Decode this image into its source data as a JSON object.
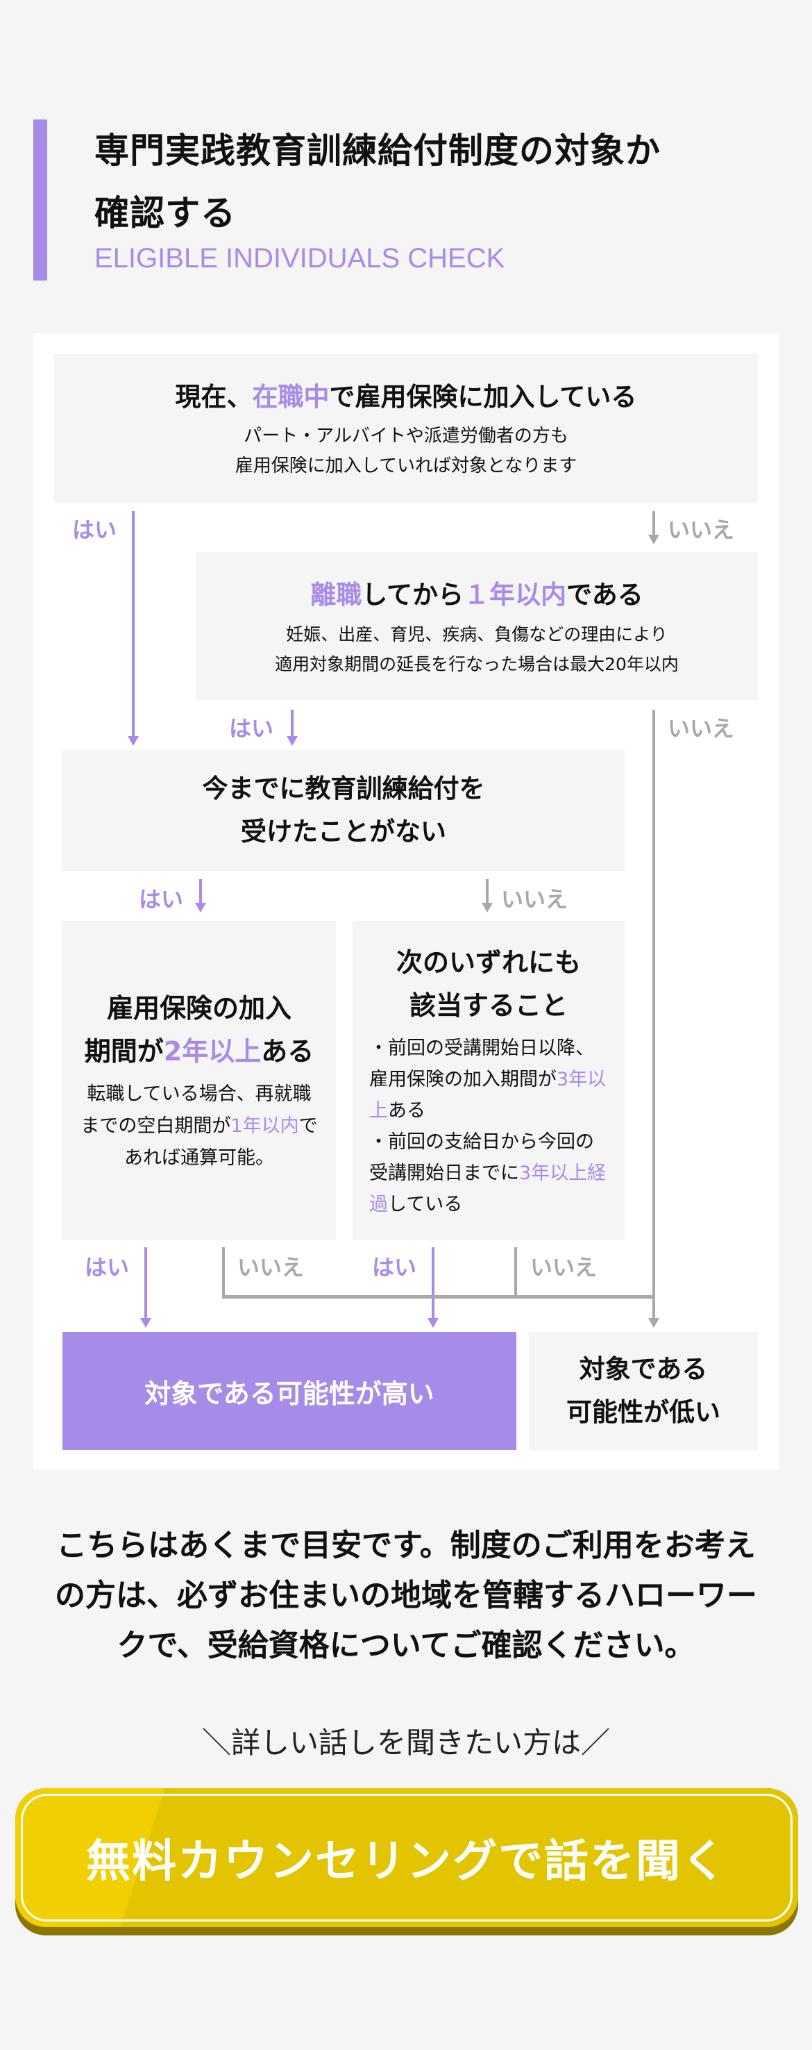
{
  "header": {
    "title_line1": "専門実践教育訓練給付制度の対象か",
    "title_line2": "確認する",
    "subtitle": "ELIGIBLE INDIVIDUALS CHECK",
    "accent_color": "#a78be8"
  },
  "flowchart": {
    "labels": {
      "yes": "はい",
      "no": "いいえ"
    },
    "q1": {
      "title_pre": "現在、",
      "title_hl": "在職中",
      "title_post": "で雇用保険に加入している",
      "note_line1": "パート・アルバイトや派遣労働者の方も",
      "note_line2": "雇用保険に加入していれば対象となります"
    },
    "q2": {
      "title_hl1": "離職",
      "title_mid": "してから",
      "title_hl2": "１年以内",
      "title_post": "である",
      "note_line1": "妊娠、出産、育児、疾病、負傷などの理由により",
      "note_line2": "適用対象期間の延長を行なった場合は最大20年以内"
    },
    "q3": {
      "title_line1": "今までに教育訓練給付を",
      "title_line2": "受けたことがない"
    },
    "q4a": {
      "title_line1": "雇用保険の加入",
      "title_line2_pre": "期間が",
      "title_line2_hl": "2年以上",
      "title_line2_post": "ある",
      "note_pre": "転職している場合、再就職までの空白期間が",
      "note_hl": "1年以内",
      "note_post": "であれば通算可能。"
    },
    "q4b": {
      "title_line1": "次のいずれにも",
      "title_line2": "該当すること",
      "item1_pre": "・前回の受講開始日以降、雇用保険の加入期間が",
      "item1_hl": "3年以上",
      "item1_post": "ある",
      "item2_pre": "・前回の支給日から今回の受講開始日までに",
      "item2_hl": "3年以上経過",
      "item2_post": "している"
    },
    "result_high": "対象である可能性が高い",
    "result_low_line1": "対象である",
    "result_low_line2": "可能性が低い"
  },
  "notice": "こちらはあくまで目安です。制度のご利用をお考えの方は、必ずお住まいの地域を管轄するハローワークで、受給資格についてご確認ください。",
  "cta": {
    "lead": "＼詳しい話しを聞きたい方は／",
    "button_label": "無料カウンセリングで話を聞く",
    "button_color": "#e3c400"
  }
}
